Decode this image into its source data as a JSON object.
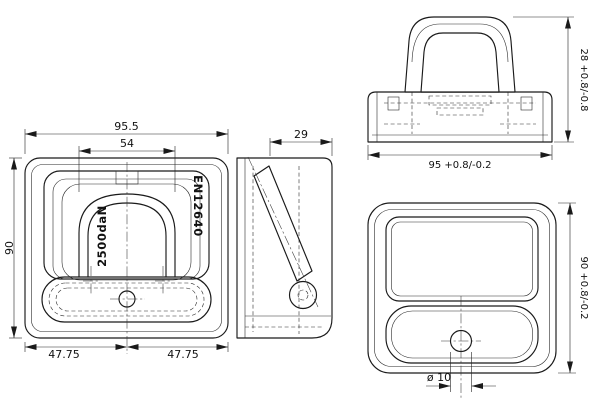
{
  "drawing": {
    "front_view": {
      "dim_total_width": "95.5",
      "dim_handle_width": "54",
      "dim_height": "90",
      "dim_half_left": "47.75",
      "dim_half_right": "47.75",
      "marking_standard": "EN12640",
      "marking_load": "2500daN"
    },
    "side_view": {
      "dim_depth": "29"
    },
    "top_view": {
      "dim_height": "28 +0.8/-0.8",
      "dim_width": "95 +0.8/-0.2"
    },
    "rear_view": {
      "dim_height": "90 +0.8/-0.2",
      "dim_hole_diameter": "ø 10"
    }
  }
}
